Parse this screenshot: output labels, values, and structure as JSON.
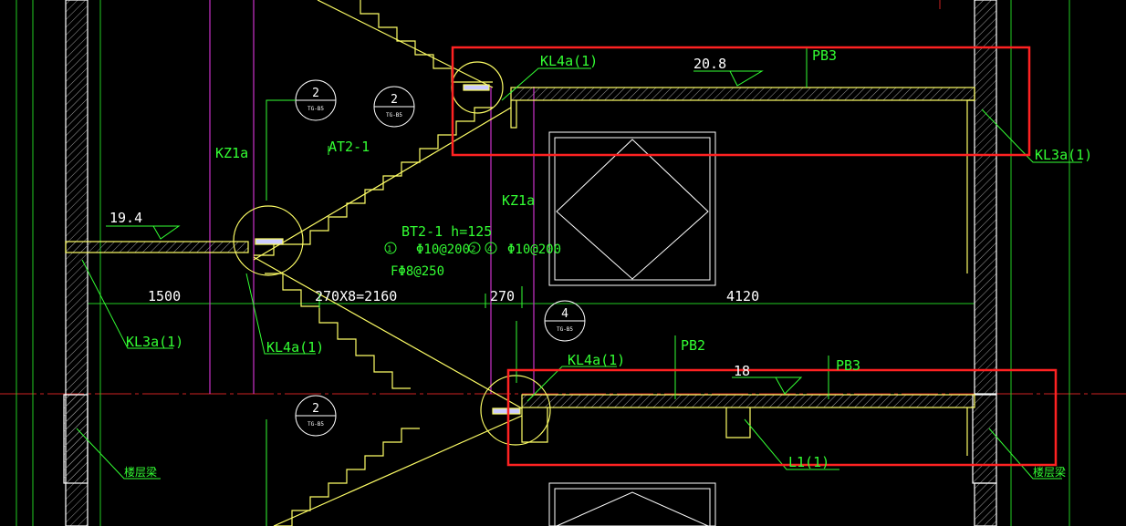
{
  "colors": {
    "background": "#000000",
    "wall": "#ffffff",
    "stair": "#ffff66",
    "text": "#33ff33",
    "column": "#cc33cc",
    "axis": "#cc2222",
    "highlight": "#ff2222",
    "leader": "#33ff33",
    "hatch": "#bbbbbb"
  },
  "labels": {
    "kl4a_top": "KL4a(1)",
    "elev_top": "20.8",
    "pb3_top": "PB3",
    "kz1a_left": "KZ1a",
    "at2": "AT2-1",
    "kz1a_mid": "KZ1a",
    "kl3a_right": "KL3a(1)",
    "elev_left": "19.4",
    "bt2": "BT2-1 h=125",
    "rebar_1_tag": "1",
    "rebar_1": "Φ10@200",
    "rebar_2_tag": "2",
    "rebar_4_tag": "4",
    "rebar_4": "Φ10@200",
    "rebar_f": "FΦ8@250",
    "dim_1500": "1500",
    "dim_steps": "270X8=2160",
    "dim_270": "270",
    "dim_4120": "4120",
    "kl3a_left": "KL3a(1)",
    "kl4a_left": "KL4a(1)",
    "kl4a_low": "KL4a(1)",
    "pb2": "PB2",
    "elev_18": "18",
    "pb3_low": "PB3",
    "l1": "L1(1)",
    "floor_beam_left": "楼层梁",
    "floor_beam_right": "楼层梁"
  },
  "detail_bubbles": [
    {
      "num": "2",
      "ref": "TG-B5"
    },
    {
      "num": "2",
      "ref": "TG-B5"
    },
    {
      "num": "4",
      "ref": "TG-B5"
    },
    {
      "num": "2",
      "ref": "TG-B5"
    }
  ]
}
